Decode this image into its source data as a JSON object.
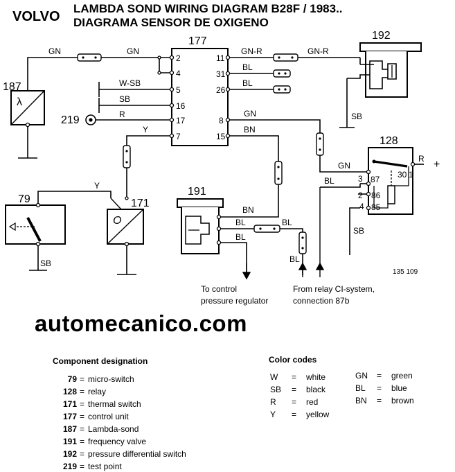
{
  "header": {
    "brand": "VOLVO",
    "title_line1": "LAMBDA SOND WIRING DIAGRAM B28F / 1983..",
    "title_line2": "DIAGRAMA SENSOR DE OXIGENO"
  },
  "components": {
    "c177": "177",
    "c192": "192",
    "c187": "187",
    "c219": "219",
    "c128": "128",
    "c79": "79",
    "c171": "171",
    "c191": "191",
    "lambda_symbol": "λ",
    "o_symbol": "O"
  },
  "pins_177_left": [
    "2",
    "4",
    "5",
    "16",
    "17",
    "7"
  ],
  "pins_177_right": [
    "11",
    "31",
    "26",
    "8",
    "15"
  ],
  "pins_128": {
    "p3": "3",
    "p87": "87",
    "p2": "2",
    "p86": "86",
    "p4": "4",
    "p85": "85",
    "p30": "30",
    "p1": "1"
  },
  "wires": {
    "gn1": "GN",
    "gn2": "GN",
    "gn_r1": "GN-R",
    "gn_r2": "GN-R",
    "bl31": "BL",
    "bl26": "BL",
    "w_sb": "W-SB",
    "sb16": "SB",
    "r17": "R",
    "gn8": "GN",
    "bn15": "BN",
    "y7": "Y",
    "y79": "Y",
    "sb192": "SB",
    "r128": "R",
    "plus": "+",
    "gn128": "GN",
    "bl128": "BL",
    "sb128": "SB",
    "bn191": "BN",
    "bl191a": "BL",
    "bl191b": "BL",
    "bl191c": "BL",
    "bl_v": "BL",
    "sb79": "SB"
  },
  "notes": {
    "to_control_1": "To control",
    "to_control_2": "pressure regulator",
    "from_relay_1": "From relay CI-system,",
    "from_relay_2": "connection 87b",
    "fig_number": "135 109"
  },
  "site": "automecanico.com",
  "legend": {
    "component_heading": "Component designation",
    "components": [
      {
        "num": "79",
        "eq": "=",
        "desc": "micro-switch"
      },
      {
        "num": "128",
        "eq": "=",
        "desc": "relay"
      },
      {
        "num": "171",
        "eq": "=",
        "desc": "thermal switch"
      },
      {
        "num": "177",
        "eq": "=",
        "desc": "control unit"
      },
      {
        "num": "187",
        "eq": "=",
        "desc": "Lambda-sond"
      },
      {
        "num": "191",
        "eq": "=",
        "desc": "frequency valve"
      },
      {
        "num": "192",
        "eq": "=",
        "desc": "pressure differential switch"
      },
      {
        "num": "219",
        "eq": "=",
        "desc": "test point"
      }
    ],
    "color_heading": "Color codes",
    "colors_left": [
      {
        "code": "W",
        "eq": "=",
        "name": "white"
      },
      {
        "code": "SB",
        "eq": "=",
        "name": "black"
      },
      {
        "code": "R",
        "eq": "=",
        "name": "red"
      },
      {
        "code": "Y",
        "eq": "=",
        "name": "yellow"
      }
    ],
    "colors_right": [
      {
        "code": "GN",
        "eq": "=",
        "name": "green"
      },
      {
        "code": "BL",
        "eq": "=",
        "name": "blue"
      },
      {
        "code": "BN",
        "eq": "=",
        "name": "brown"
      }
    ]
  }
}
